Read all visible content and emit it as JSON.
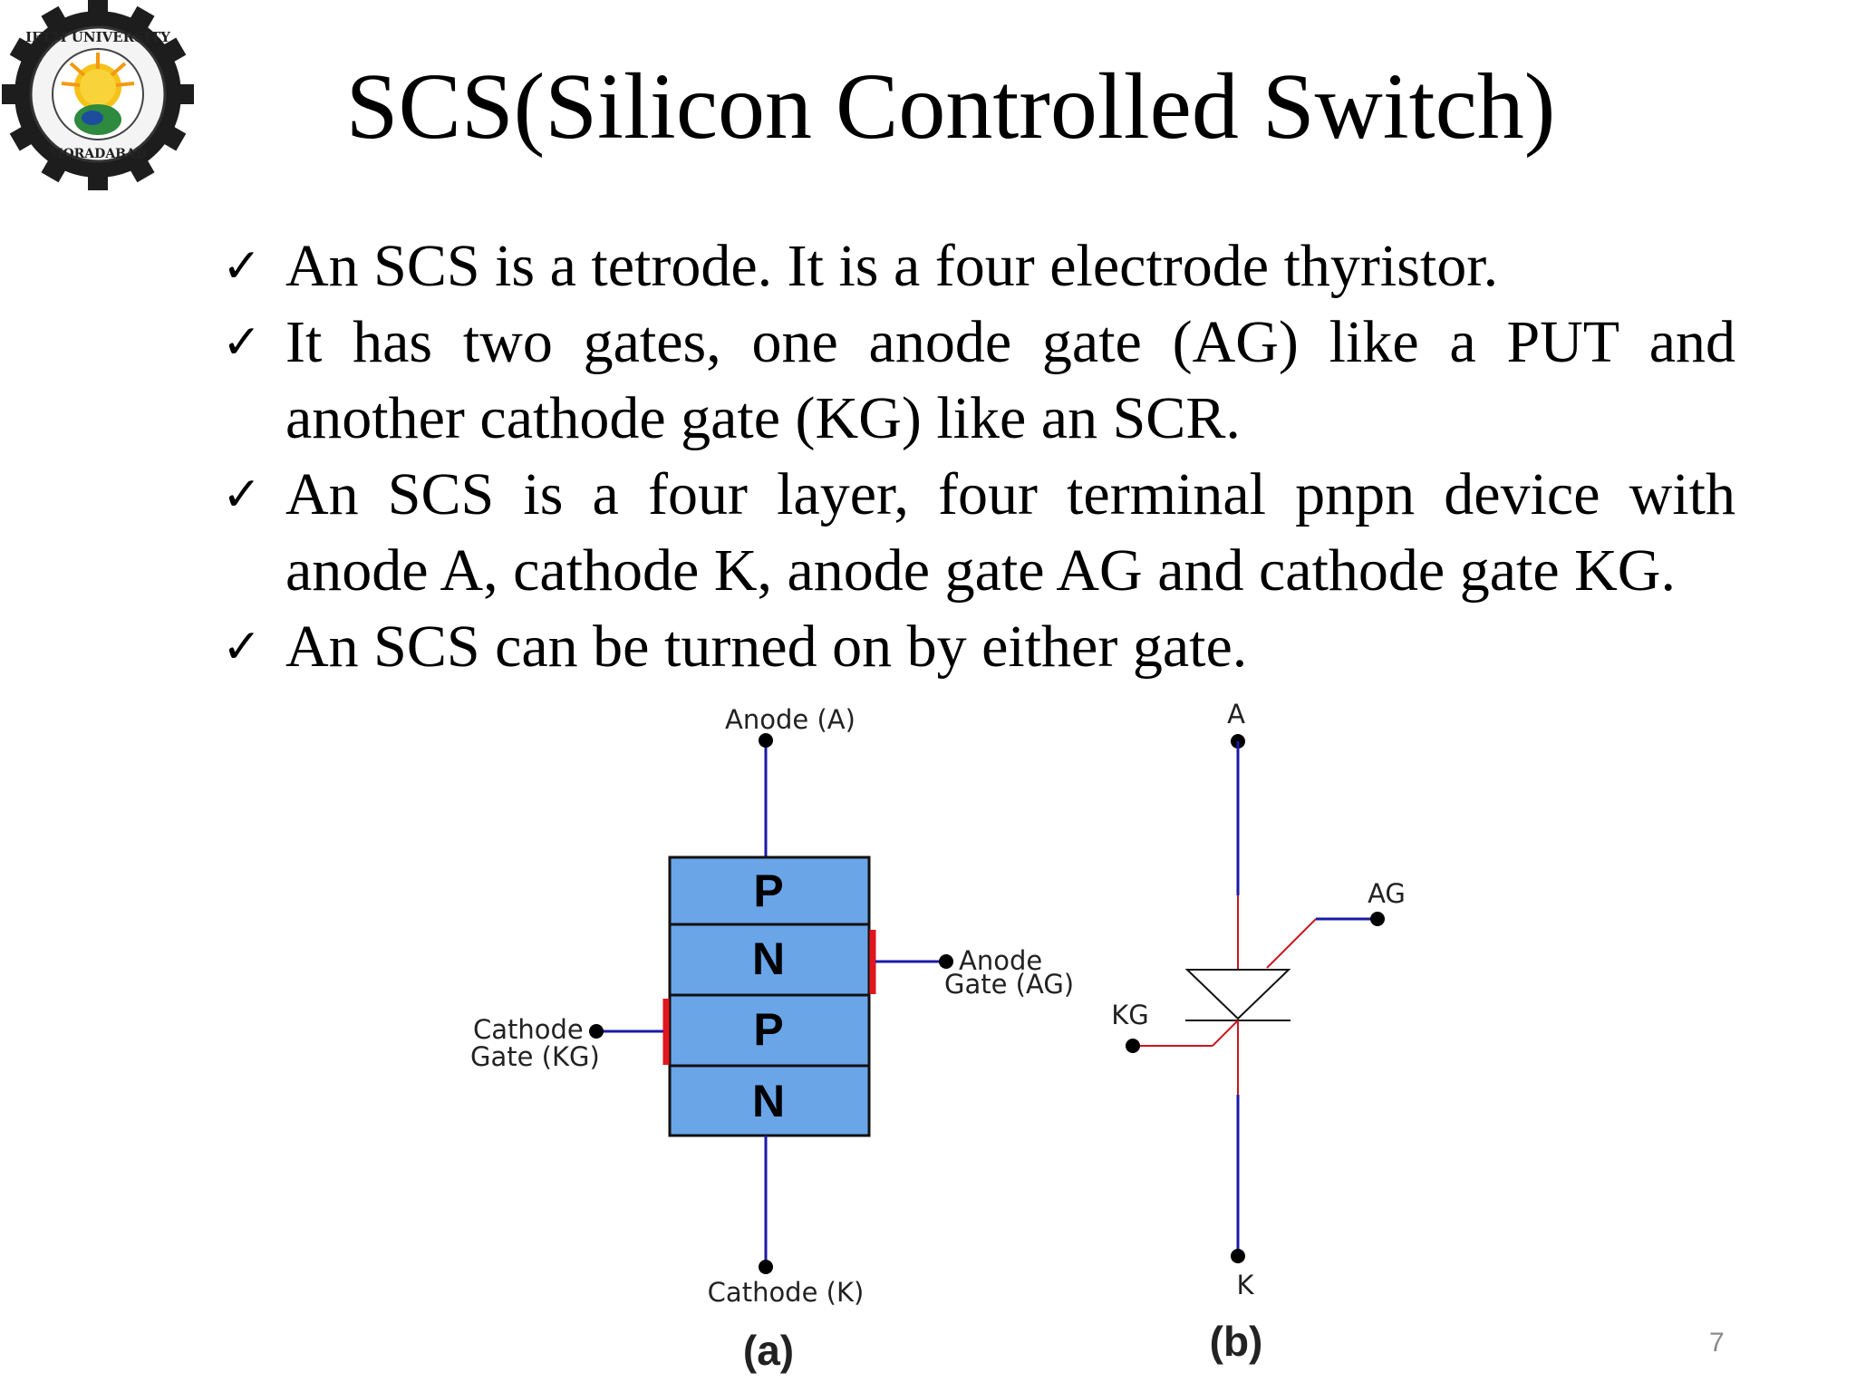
{
  "slide": {
    "title": "SCS(Silicon Controlled Switch)",
    "page_number": "7",
    "logo": {
      "ring_text_top": "IFTM UNIVERSITY",
      "ring_text_bottom": "MORADABAD"
    }
  },
  "bullets": [
    {
      "icon": "checkmark-icon",
      "text": "An SCS is a tetrode. It is a four electrode thyristor."
    },
    {
      "icon": "checkmark-icon",
      "text": "It has two gates, one anode gate (AG) like a PUT and another cathode gate (KG) like an SCR."
    },
    {
      "icon": "checkmark-icon",
      "text": "An SCS is a  four layer, four terminal pnpn device with anode A, cathode K, anode gate AG and cathode gate KG."
    },
    {
      "icon": "checkmark-icon",
      "text": "An SCS can be turned on by either gate."
    }
  ],
  "diagram_a": {
    "caption": "(a)",
    "anode_label": "Anode (A)",
    "cathode_label": "Cathode (K)",
    "anode_gate_label": [
      "Anode",
      "Gate (AG)"
    ],
    "cathode_gate_label": [
      "Cathode",
      "Gate (KG)"
    ],
    "layers": [
      "P",
      "N",
      "P",
      "N"
    ],
    "layer_color": "#6aa5e8",
    "wire_color": "#1a1aa8",
    "contact_color": "#e0161c"
  },
  "diagram_b": {
    "caption": "(b)",
    "labels": {
      "a": "A",
      "k": "K",
      "ag": "AG",
      "kg": "KG"
    }
  }
}
